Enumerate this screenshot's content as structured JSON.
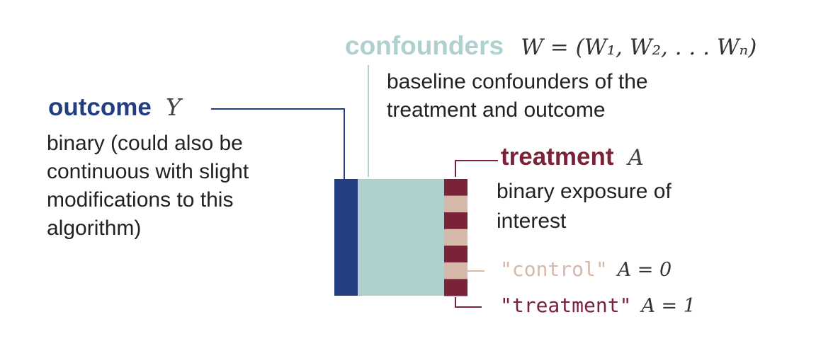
{
  "colors": {
    "outcome": "#233f82",
    "confounders": "#afd0cf",
    "treatment": "#7a2238",
    "control": "#d5b8a7",
    "text": "#222222"
  },
  "outcome": {
    "title": "outcome",
    "symbol": "Y",
    "description_lines": [
      "binary (could also be",
      "continuous with slight",
      "modifications to this",
      "algorithm)"
    ]
  },
  "confounders": {
    "title": "confounders",
    "formula": "W = (W₁, W₂, . . . Wₙ)",
    "description_lines": [
      "baseline confounders of the",
      "treatment and outcome"
    ]
  },
  "treatment": {
    "title": "treatment",
    "symbol": "A",
    "description_lines": [
      "binary exposure of",
      "interest"
    ],
    "column_values": [
      1,
      0,
      1,
      0,
      1,
      0,
      1
    ]
  },
  "legend": {
    "control_label": "\"control\"",
    "control_eq": "A = 0",
    "treatment_label": "\"treatment\"",
    "treatment_eq": "A = 1"
  }
}
